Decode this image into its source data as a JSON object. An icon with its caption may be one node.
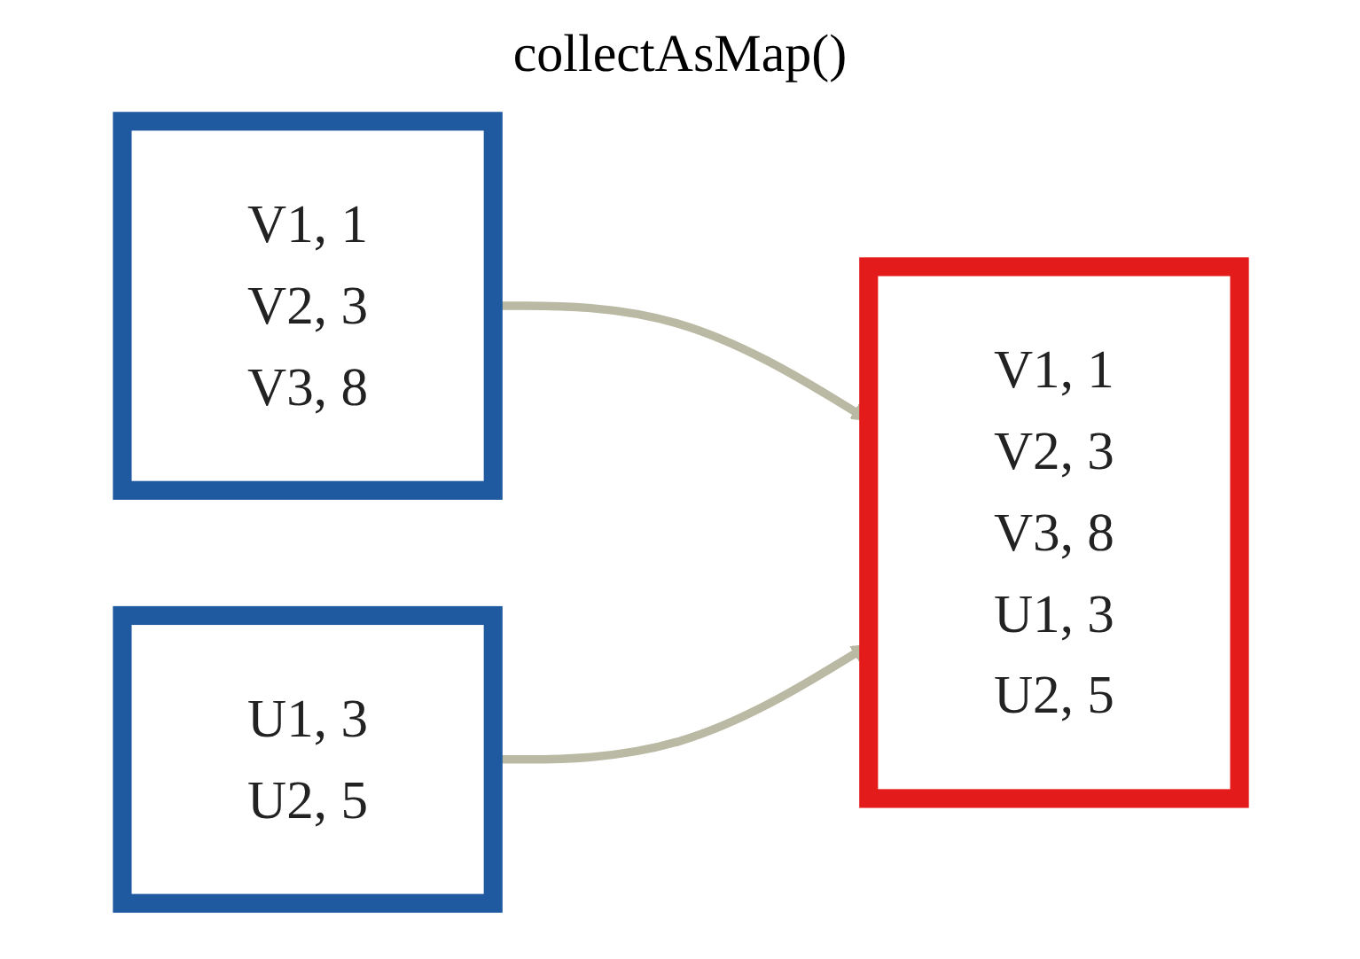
{
  "diagram": {
    "title": "collectAsMap()",
    "nodes": [
      {
        "text": [
          "V1, 1",
          "V2, 3",
          "V3, 8"
        ]
      },
      {
        "text": [
          "U1, 3",
          "U2, 5"
        ]
      },
      {
        "text": [
          "V1, 1",
          "V2, 3",
          "V3, 8",
          "U1, 3",
          "U2, 5"
        ]
      }
    ],
    "edges": [
      {
        "from": 0,
        "to": 2,
        "arrow": "to"
      },
      {
        "from": 1,
        "to": 2,
        "arrow": "to"
      }
    ]
  }
}
